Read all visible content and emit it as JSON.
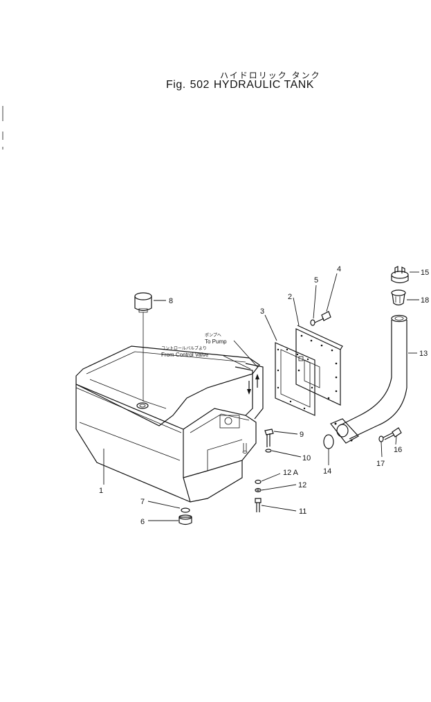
{
  "title": {
    "japanese": "ハイドロリック タンク",
    "fig_prefix": "Fig.",
    "fig_number": "502",
    "name": "HYDRAULIC TANK"
  },
  "notes": {
    "to_pump_jp": "ポンプへ",
    "to_pump_en": "To Pump",
    "from_valve_jp": "コントロールバルブより",
    "from_valve_en": "From Control Valve"
  },
  "part_labels": [
    "1",
    "2",
    "3",
    "4",
    "5",
    "6",
    "7",
    "8",
    "9",
    "10",
    "11",
    "12",
    "12 A",
    "13",
    "14",
    "15",
    "16",
    "17",
    "18"
  ]
}
